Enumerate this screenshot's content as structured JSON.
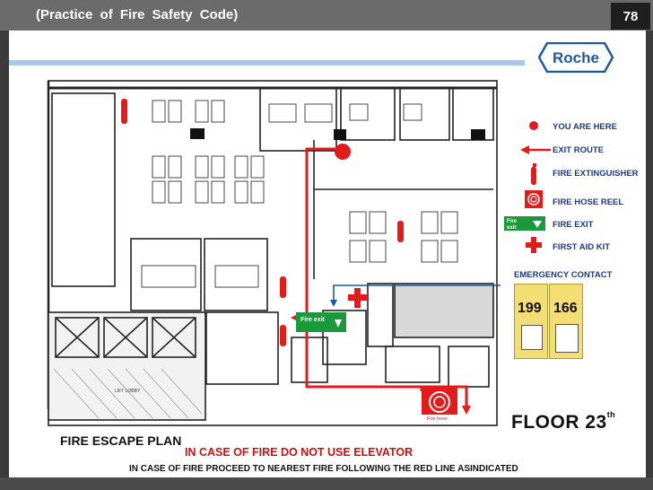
{
  "slide": {
    "title": "(Practice  of  Fire  Safety  Code)",
    "page_number": "78"
  },
  "poster": {
    "logo_text": "Roche",
    "legend": [
      {
        "icon": "you-are-here-icon",
        "label": "YOU ARE HERE"
      },
      {
        "icon": "exit-route-arrow-icon",
        "label": "EXIT ROUTE"
      },
      {
        "icon": "fire-extinguisher-icon",
        "label": "FIRE EXTINGUISHER"
      },
      {
        "icon": "fire-hose-reel-icon",
        "label": "FIRE HOSE REEL"
      },
      {
        "icon": "fire-exit-sign-icon",
        "label": "FIRE EXIT"
      },
      {
        "icon": "first-aid-cross-icon",
        "label": "FIRST AID KIT"
      }
    ],
    "emergency_contact": {
      "title": "EMERGENCY CONTACT",
      "numbers": [
        "199",
        "166"
      ]
    },
    "floor_label": "FLOOR  23",
    "floor_suffix": "th",
    "plan_title": "FIRE ESCAPE PLAN",
    "warning_elevator": "IN CASE OF FIRE DO NOT USE ELEVATOR",
    "warning_route": "IN CASE OF FIRE PROCEED TO NEAREST FIRE FOLLOWING THE RED LINE ASINDICATED",
    "fire_exit_sign": "Fire exit",
    "fire_hose_sign": "Fire hose",
    "lift_lobby": "LIFT LOBBY",
    "colors": {
      "exit_red": "#e31b1b",
      "exit_green": "#1a9a3a",
      "legend_blue": "#1e3a8a",
      "emergency_yellow": "#f3dd75"
    }
  }
}
